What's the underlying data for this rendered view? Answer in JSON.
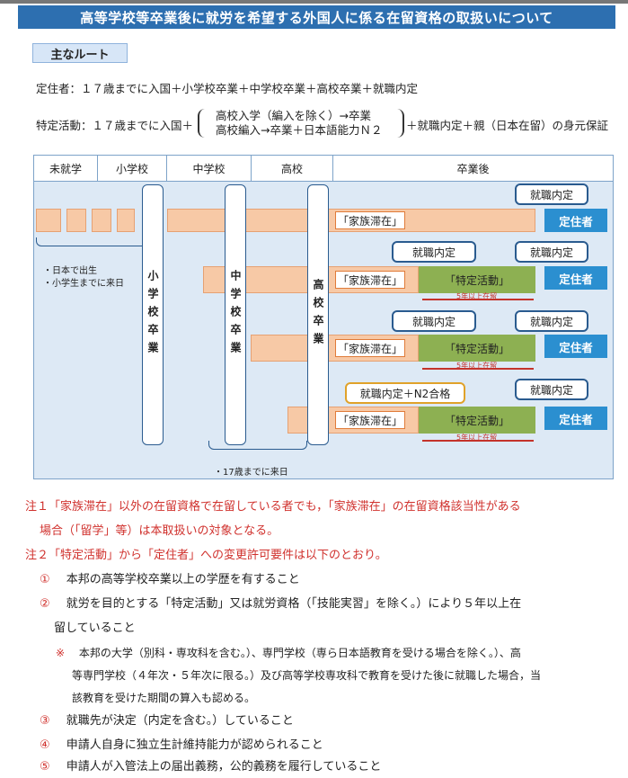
{
  "header": {
    "title": "高等学校等卒業後に就労を希望する外国人に係る在留資格の取扱いについて"
  },
  "route_label": "主なルート",
  "teijusha_line": "定住者：１７歳までに入国＋小学校卒業＋中学校卒業＋高校卒業＋就職内定",
  "tokutei_prefix": "特定活動：１７歳までに入国＋",
  "tokutei_brace_1": "高校入学（編入を除く）→卒業",
  "tokutei_brace_2": "高校編入→卒業＋日本語能力Ｎ２",
  "tokutei_suffix": "＋就職内定＋親（日本在留）の身元保証",
  "columns": [
    "未就学",
    "小学校",
    "中学校",
    "高校",
    "卒業後"
  ],
  "pillars": {
    "elementary": "小学校卒業",
    "junior": "中学校卒業",
    "high": "高校卒業"
  },
  "diagram": {
    "family_stay": "「家族滞在」",
    "specific_activity": "「特定活動」",
    "teijusha": "定住者",
    "naitei": "就職内定",
    "naitei_n2": "就職内定＋N2合格",
    "five_years": "5年以上在留",
    "born_japan": "・日本で出生",
    "came_elementary": "・小学生までに来日",
    "came_17": "・17歳までに来日"
  },
  "notes": {
    "n1_a": "注１「家族滞在」以外の在留資格で在留している者でも，「家族滞在」の在留資格該当性がある",
    "n1_b": "場合（「留学」等）は本取扱いの対象となる。",
    "n2": "注２「特定活動」から「定住者」への変更許可要件は以下のとおり。",
    "i1_mark": "①",
    "i1": "本邦の高等学校卒業以上の学歴を有すること",
    "i2_mark": "②",
    "i2_a": "就労を目的とする「特定活動」又は就労資格（「技能実習」を除く。）により５年以上在",
    "i2_b": "留していること",
    "i2_sub_mark": "※",
    "i2_sub_a": "本邦の大学（別科・専攻科を含む。）、専門学校（専ら日本語教育を受ける場合を除く。）、高",
    "i2_sub_b": "等専門学校（４年次・５年次に限る。）及び高等学校専攻科で教育を受けた後に就職した場合，当",
    "i2_sub_c": "該教育を受けた期間の算入も認める。",
    "i3_mark": "③",
    "i3": "就職先が決定（内定を含む。）していること",
    "i4_mark": "④",
    "i4": "申請人自身に独立生計維持能力が認められること",
    "i5_mark": "⑤",
    "i5": "申請人が入管法上の届出義務，公的義務を履行していること"
  },
  "colors": {
    "header": "#2d6fb0",
    "teiju": "#2b8fd0",
    "green": "#8db052",
    "orange_bar": "#f7c9a6",
    "red_text": "#d0312d"
  }
}
